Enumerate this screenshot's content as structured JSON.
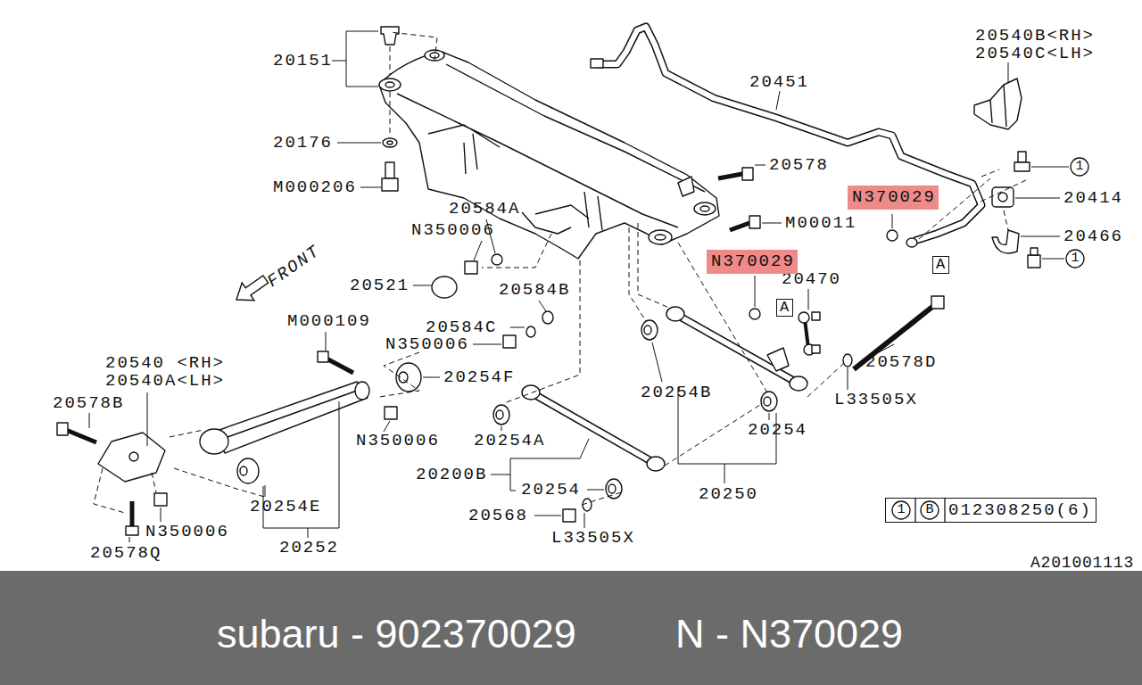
{
  "diagram": {
    "nodes": [
      {
        "text": [
          "N370029"
        ]
      },
      {
        "text": [
          "N370029"
        ]
      },
      {
        "text": [
          "A"
        ]
      },
      {
        "text": [
          "A"
        ]
      },
      {
        "text": [
          "1"
        ]
      },
      {
        "text": [
          "1"
        ]
      },
      {
        "text": [
          "012308250(6)"
        ]
      },
      {
        "text": [
          "1"
        ],
        "in": 6
      },
      {
        "text": [
          "B"
        ],
        "in": 6
      },
      {
        "text": [
          "subaru - 902370029",
          "N - N370029"
        ]
      }
    ],
    "labels": [
      "20151",
      "20176",
      "M000206",
      "20451",
      "20540B<RH>",
      "20540C<LH>",
      "20578",
      "20414",
      "20584A",
      "N350006",
      "M00011",
      "20466",
      "20521",
      "20584B",
      "20470",
      "FRONT",
      "M000109",
      "20584C",
      "N350006",
      "20540 <RH>",
      "20540A<LH>",
      "20254F",
      "20578D",
      "20254B",
      "L33505X",
      "20578B",
      "N350006",
      "20254A",
      "20254",
      "20200B",
      "20254",
      "20250",
      "20568",
      "20254E",
      "N350006",
      "L33505X",
      "20578Q",
      "20252",
      "A201001113"
    ]
  }
}
